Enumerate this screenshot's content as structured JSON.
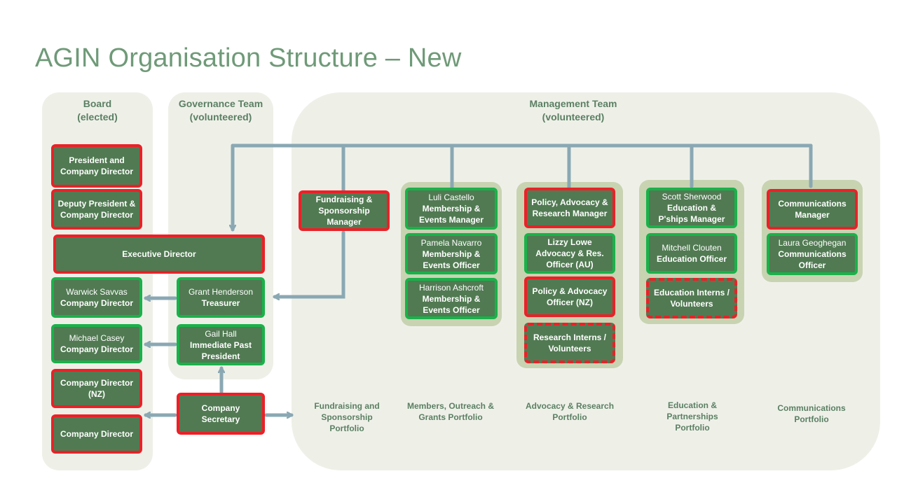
{
  "title": "AGIN Organisation Structure – New",
  "colors": {
    "title": "#6f9a78",
    "panel": "#eef0e8",
    "group": "#c8d3b2",
    "box_fill": "#517a52",
    "border_red": "#ec2027",
    "border_green": "#19b24a",
    "connector": "#8aa8b3"
  },
  "panels": {
    "board": {
      "line1": "Board",
      "line2": "(elected)"
    },
    "governance": {
      "line1": "Governance Team",
      "line2": "(volunteered)"
    },
    "management": {
      "line1": "Management Team",
      "line2": "(volunteered)"
    }
  },
  "board": {
    "president": "President and Company Director",
    "deputy": "Deputy President & Company Director",
    "executive_director": "Executive Director",
    "warwick": {
      "name": "Warwick Savvas",
      "role": "Company Director"
    },
    "michael": {
      "name": "Michael Casey",
      "role": "Company Director"
    },
    "director_nz": "Company Director (NZ)",
    "director": "Company Director"
  },
  "governance": {
    "grant": {
      "name": "Grant Henderson",
      "role": "Treasurer"
    },
    "gail": {
      "name": "Gail Hall",
      "role": "Immediate Past President"
    },
    "secretary": "Company Secretary"
  },
  "management": {
    "fundraising": {
      "manager": "Fundraising & Sponsorship Manager",
      "portfolio": "Fundraising and Sponsorship Portfolio"
    },
    "members": {
      "luli": {
        "name": "Luli Castello",
        "role": "Membership & Events Manager"
      },
      "pamela": {
        "name": "Pamela Navarro",
        "role": "Membership & Events Officer"
      },
      "harrison": {
        "name": "Harrison Ashcroft",
        "role": "Membership & Events Officer"
      },
      "portfolio": "Members, Outreach & Grants Portfolio"
    },
    "advocacy": {
      "manager": "Policy, Advocacy & Research Manager",
      "lizzy": "Lizzy Lowe Advocacy & Res. Officer (AU)",
      "officer_nz": "Policy & Advocacy Officer (NZ)",
      "interns": "Research Interns / Volunteers",
      "portfolio": "Advocacy & Research Portfolio"
    },
    "education": {
      "scott": {
        "name": "Scott Sherwood",
        "role": "Education & P'ships Manager"
      },
      "mitchell": {
        "name": "Mitchell Clouten",
        "role": "Education Officer"
      },
      "interns": "Education Interns / Volunteers",
      "portfolio": "Education & Partnerships Portfolio"
    },
    "communications": {
      "manager": "Communications Manager",
      "laura": {
        "name": "Laura Geoghegan",
        "role": "Communications Officer"
      },
      "portfolio": "Communications Portfolio"
    }
  }
}
